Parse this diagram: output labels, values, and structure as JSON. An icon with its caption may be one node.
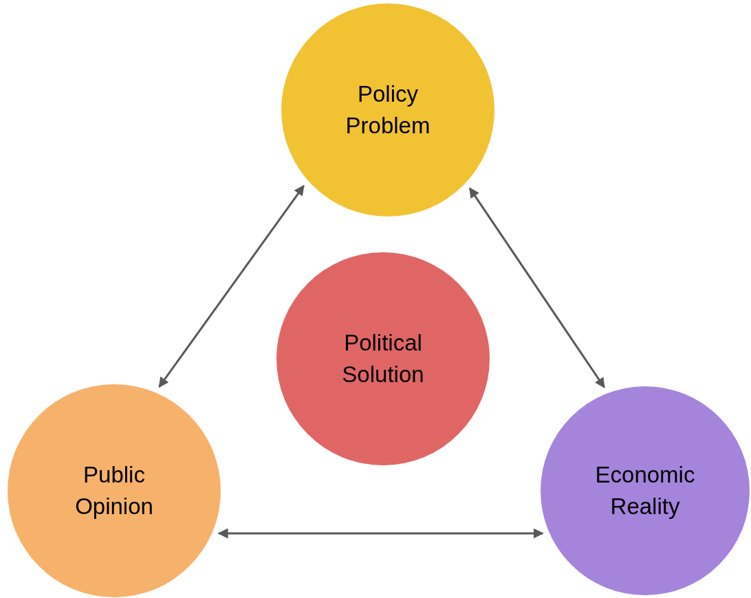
{
  "diagram": {
    "nodes": [
      {
        "text": [
          "Policy Problem"
        ]
      },
      {
        "text": [
          "Political Solution"
        ]
      },
      {
        "text": [
          "Public Opinion"
        ]
      },
      {
        "text": [
          "Economic Reality"
        ]
      }
    ],
    "edges": [
      {
        "from": 0,
        "to": 2,
        "arrow": "both"
      },
      {
        "from": 0,
        "to": 3,
        "arrow": "both"
      },
      {
        "from": 2,
        "to": 3,
        "arrow": "both"
      }
    ]
  }
}
